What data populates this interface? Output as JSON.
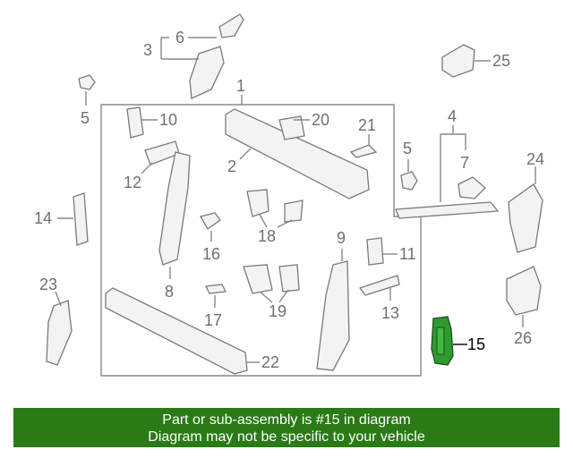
{
  "colors": {
    "highlight": "#2f9a2f",
    "banner_bg": "#2a7a15",
    "banner_text": "#ffffff"
  },
  "callouts": {
    "c1": "1",
    "c2": "2",
    "c3": "3",
    "c4": "4",
    "c5a": "5",
    "c5b": "5",
    "c6": "6",
    "c7": "7",
    "c8": "8",
    "c9": "9",
    "c10": "10",
    "c11": "11",
    "c12": "12",
    "c13": "13",
    "c14": "14",
    "c15": "15",
    "c16": "16",
    "c17": "17",
    "c18": "18",
    "c19": "19",
    "c20": "20",
    "c21": "21",
    "c22": "22",
    "c23": "23",
    "c24": "24",
    "c25": "25",
    "c26": "26"
  },
  "highlighted_part": "15",
  "banner": {
    "line1": "Part or sub-assembly is #15 in diagram",
    "line2": "Diagram may not be specific to your vehicle"
  }
}
